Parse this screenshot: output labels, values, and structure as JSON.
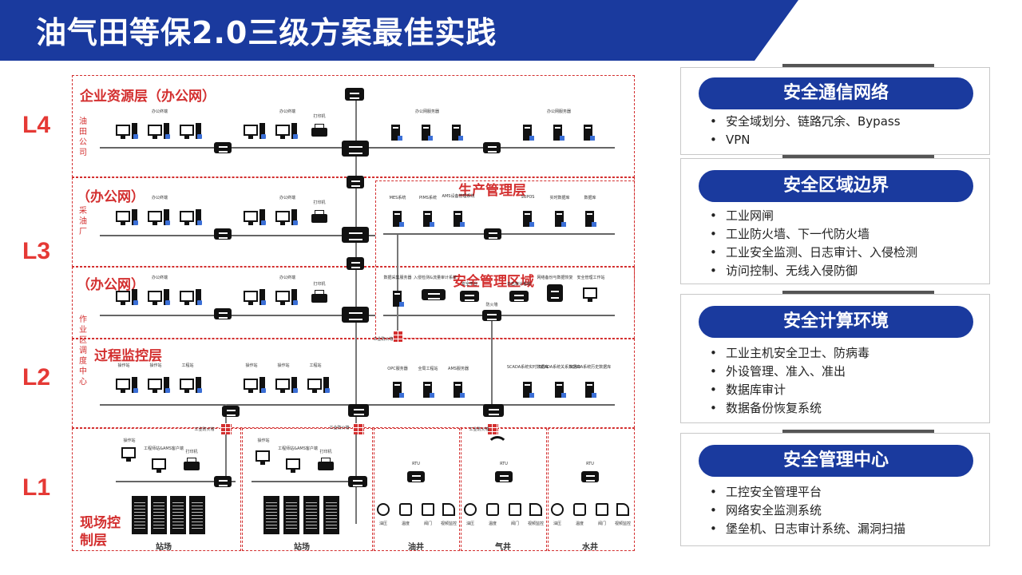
{
  "title": "油气田等保2.0三级方案最佳实践",
  "levels": [
    "L4",
    "L3",
    "L2",
    "L1"
  ],
  "zones": {
    "l4_title": "企业资源层（办公网）",
    "l4_side": "油田公司",
    "l3a_title": "（办公网）",
    "l3a_side": "采油厂",
    "prod_title": "生产管理层",
    "l3b_title": "（办公网）",
    "sec_title": "安全管理区域",
    "side_ops": "作业区调度中心",
    "l2_title": "过程监控层",
    "l1_title": "现场控制层"
  },
  "site_labels": [
    "站场",
    "站场",
    "油井",
    "气井",
    "水井"
  ],
  "device_labels": {
    "office_pc": "办公终端",
    "printer": "打印机",
    "office_server": "办公网服务器",
    "mes": "MES系统",
    "pims": "PIMS系统",
    "ams": "AMS设备管理系统",
    "supos": "SUPOS",
    "rtdb": "实时数据库",
    "db": "数据库",
    "collect": "数据采集服务器",
    "ids": "入侵检测&流量审计系统",
    "sec_platform": "安全平台",
    "log_audit": "日志审计系统",
    "backup": "网络备份与数据恢复",
    "sec_ws": "安全管理工作站",
    "firewall": "防火墙",
    "industrial_fw": "工业防火墙",
    "op_station": "操作站",
    "eng_station": "工程站",
    "opc": "OPC服务器",
    "global_eng": "全局工程站",
    "ams_server": "AMS服务器",
    "scada_rt": "SCADA系统实时数据库",
    "scada_rel": "SCADA系统关系数据库",
    "scada_hist": "SCADA系统历史数据库",
    "eng_ams": "工程师站&AMS客户端",
    "rtu": "RTU",
    "pressure": "油压",
    "temp": "温度",
    "valve": "阀门",
    "video": "视频监控"
  },
  "sections": [
    {
      "title": "安全通信网络",
      "items": [
        "安全域划分、链路冗余、Bypass",
        "VPN"
      ]
    },
    {
      "title": "安全区域边界",
      "items": [
        "工业网闸",
        "工业防火墙、下一代防火墙",
        "工业安全监测、日志审计、入侵检测",
        "访问控制、无线入侵防御"
      ]
    },
    {
      "title": "安全计算环境",
      "items": [
        "工业主机安全卫士、防病毒",
        "外设管理、准入、准出",
        "数据库审计",
        "数据备份恢复系统"
      ]
    },
    {
      "title": "安全管理中心",
      "items": [
        "工控安全管理平台",
        "网络安全监测系统",
        "堡垒机、日志审计系统、漏洞扫描"
      ]
    }
  ],
  "colors": {
    "brand": "#1a3a9e",
    "zone_red": "#d32f2f",
    "level_red": "#e53935"
  }
}
